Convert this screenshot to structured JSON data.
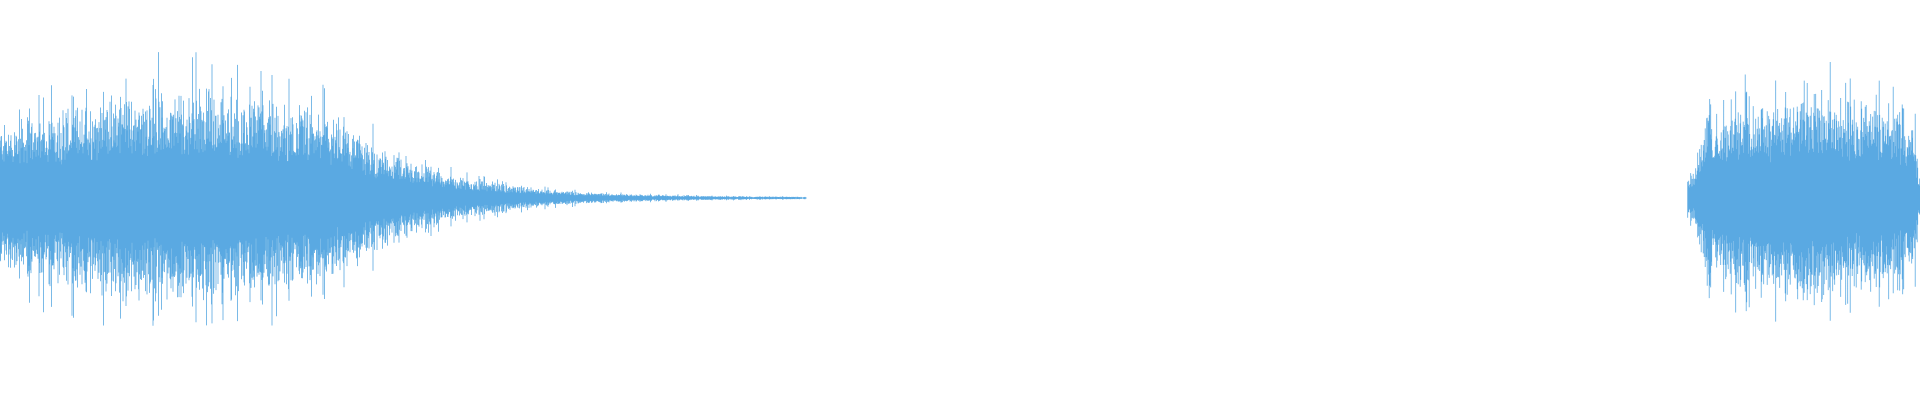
{
  "waveform": {
    "color": "#5aa9e2",
    "background": "#ffffff",
    "segments": [
      {
        "start": 0.0,
        "end": 0.42,
        "amplitude": 0.41,
        "profile": "burst-then-decay"
      },
      {
        "start": 0.879,
        "end": 1.0,
        "amplitude": 0.41,
        "profile": "sustained-burst"
      }
    ]
  }
}
